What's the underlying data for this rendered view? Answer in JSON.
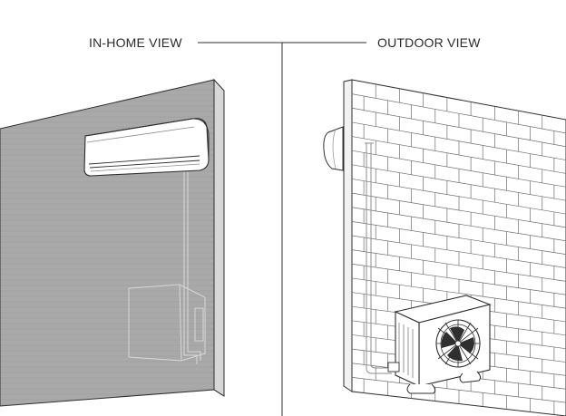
{
  "labels": {
    "in_home": "IN-HOME VIEW",
    "outdoor": "OUTDOOR VIEW"
  },
  "colors": {
    "line": "#2f2f2f",
    "interior_wall": "#a9a9a9",
    "wall_edge": "#cfcfcf",
    "brick_line": "#6f6f6f",
    "unit_fill": "#ffffff"
  },
  "icons": {
    "indoor_unit": "wall-mounted-ac-indoor-unit",
    "outdoor_unit": "ac-condenser-outdoor-unit"
  }
}
